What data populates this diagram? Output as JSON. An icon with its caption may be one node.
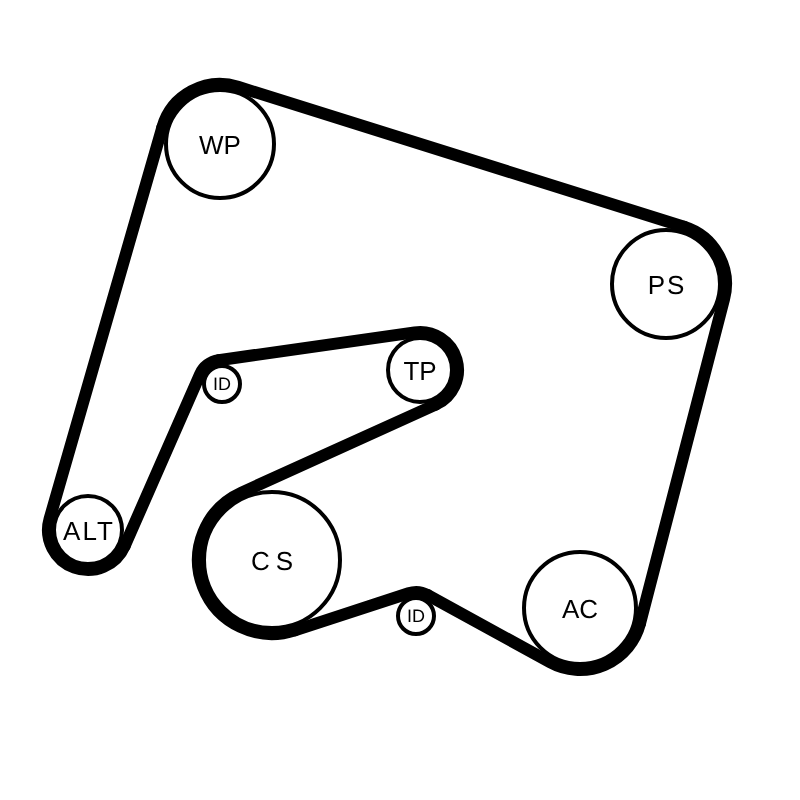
{
  "diagram": {
    "nodes": [
      {
        "text": [
          "WP"
        ]
      },
      {
        "text": [
          "PS"
        ]
      },
      {
        "text": [
          "ID"
        ]
      },
      {
        "text": [
          "TP"
        ]
      },
      {
        "text": [
          "ALT"
        ]
      },
      {
        "text": [
          "CS"
        ]
      },
      {
        "text": [
          "ID"
        ]
      },
      {
        "text": [
          "AC"
        ]
      }
    ],
    "edges": [
      {
        "from": 0,
        "to": 1,
        "arrow": "none"
      },
      {
        "from": 1,
        "to": 7,
        "arrow": "none"
      },
      {
        "from": 7,
        "to": 6,
        "arrow": "none"
      },
      {
        "from": 6,
        "to": 5,
        "arrow": "none"
      },
      {
        "from": 5,
        "to": 3,
        "arrow": "none"
      },
      {
        "from": 3,
        "to": 2,
        "arrow": "none"
      },
      {
        "from": 2,
        "to": 4,
        "arrow": "none"
      },
      {
        "from": 4,
        "to": 0,
        "arrow": "none"
      }
    ]
  }
}
